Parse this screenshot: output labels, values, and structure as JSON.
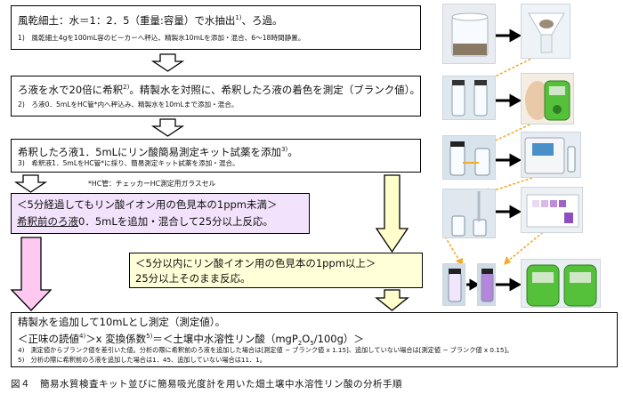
{
  "steps": {
    "s1": {
      "main": "風乾細土：水＝1：2．5（重量:容量）で水抽出",
      "sup": "1)",
      "tail": "、ろ過。",
      "note": "1)　風乾細土4gを100mL容のビーカーへ秤込、精製水10mLを添加・混合、6～18時間静置。"
    },
    "s2": {
      "main": "ろ液を水で20倍に希釈",
      "sup": "2)",
      "tail": "。精製水を対照に、希釈したろ液の着色を測定（ブランク値）。",
      "note": "2)　ろ液0．5mLをHC管*内へ秤込み、精製水を10mLまで添加・混合。"
    },
    "s3": {
      "main": "希釈したろ液1．5mLにリン酸簡易測定キット試薬を添加",
      "sup": "3)",
      "tail": "。",
      "note": "3)　希釈液1．5mLをHC管*に採り、簡易測定キット試薬を添加・混合。"
    },
    "hc_note": "*HC管：チェッカーHC測定用ガラスセル",
    "s4": {
      "line1": "＜5分経過してもリン酸イオン用の色見本の1ppm未満＞",
      "line2_u": "希釈前のろ液",
      "line2": "0．5mLを追加・混合して25分以上反応。"
    },
    "s5": {
      "line1": "＜5分以内にリン酸イオン用の色見本の1ppm以上＞",
      "line2": "25分以上そのまま反応。"
    },
    "s6": {
      "line1": "精製水を追加して10mLとし測定（測定値）。",
      "line2_a": "＜正味の読値",
      "sup_a": "4)",
      "line2_b": "＞x 変換係数",
      "sup_b": "5)",
      "line2_c": "＝＜土壌中水溶性リン酸（mgP",
      "sub_1": "2",
      "line2_d": "O",
      "sub_2": "5",
      "line2_e": "/100g）＞",
      "note4": "4)　測定値からブランク値を差引いた値。分析の際に希釈前のろ液を追加した場合は[測定値 − ブランク値 x 1.15]、追加していない場合は[測定値 − ブランク値 x 0.15]。",
      "note5": "5)　分析の際に希釈前のろ液を追加した場合は1．45、追加していない場合は11．1。"
    }
  },
  "caption": "図４　簡易水質検査キット並びに簡易吸光度計を用いた畑土壌中水溶性リン酸の分析手順",
  "colors": {
    "pink_fill": "#ffc8f0",
    "yellow_fill": "#ffffcc",
    "lavender_box": "#f2e2fb",
    "cream_box": "#ffffd8",
    "dotted_arrow": "#f2ab2c",
    "meter_green": "#55c03a"
  }
}
